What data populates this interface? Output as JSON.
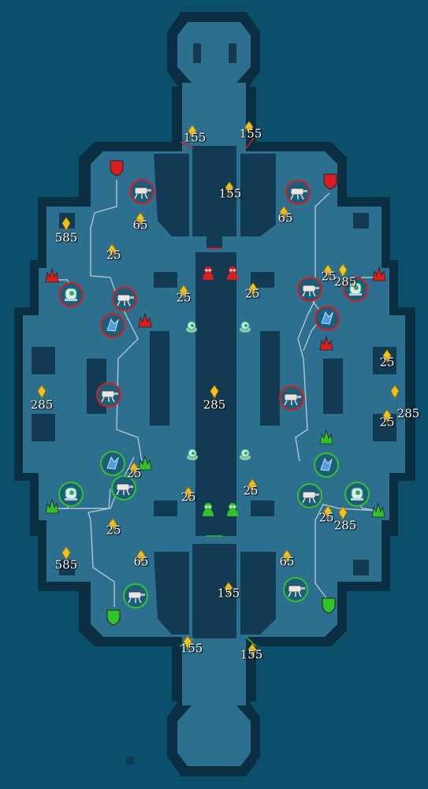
{
  "colors": {
    "background": "#0c4f6b",
    "map_border": "#0a2e42",
    "floor": "#2d6f8f",
    "pit": "#123a52",
    "path": "#c9d4d8",
    "team_red": "#d81e1e",
    "team_green": "#35c12c",
    "coin": "#f4c21a"
  },
  "labels": {
    "c155_tl": "155",
    "c155_tr": "155",
    "c155_t": "155",
    "c65_tl": "65",
    "c65_tr": "65",
    "c585_l_top": "585",
    "c25_a": "25",
    "c25_b": "25",
    "c25_c": "25",
    "c25_d": "25",
    "c285_r_top": "285",
    "c25_e": "25",
    "c285_l": "285",
    "c285_c": "285",
    "c285_r": "285",
    "c25_f": "25",
    "c25_g": "25",
    "c25_h": "25",
    "c25_i": "25",
    "c25_j": "25",
    "c285_r_bot": "285",
    "c25_k": "25",
    "c585_l_bot": "585",
    "c65_bl": "65",
    "c65_br": "65",
    "c155_b": "155",
    "c155_bl": "155",
    "c155_br": "155"
  },
  "icons": {
    "spawn_shield": "shield-icon",
    "minion_spawn": "minion-icon",
    "base": "pawn-icon",
    "turret": "turret-icon",
    "healer": "healer-icon",
    "shop": "crystal-icon",
    "spawner": "pod-icon",
    "coin": "coin-icon"
  }
}
